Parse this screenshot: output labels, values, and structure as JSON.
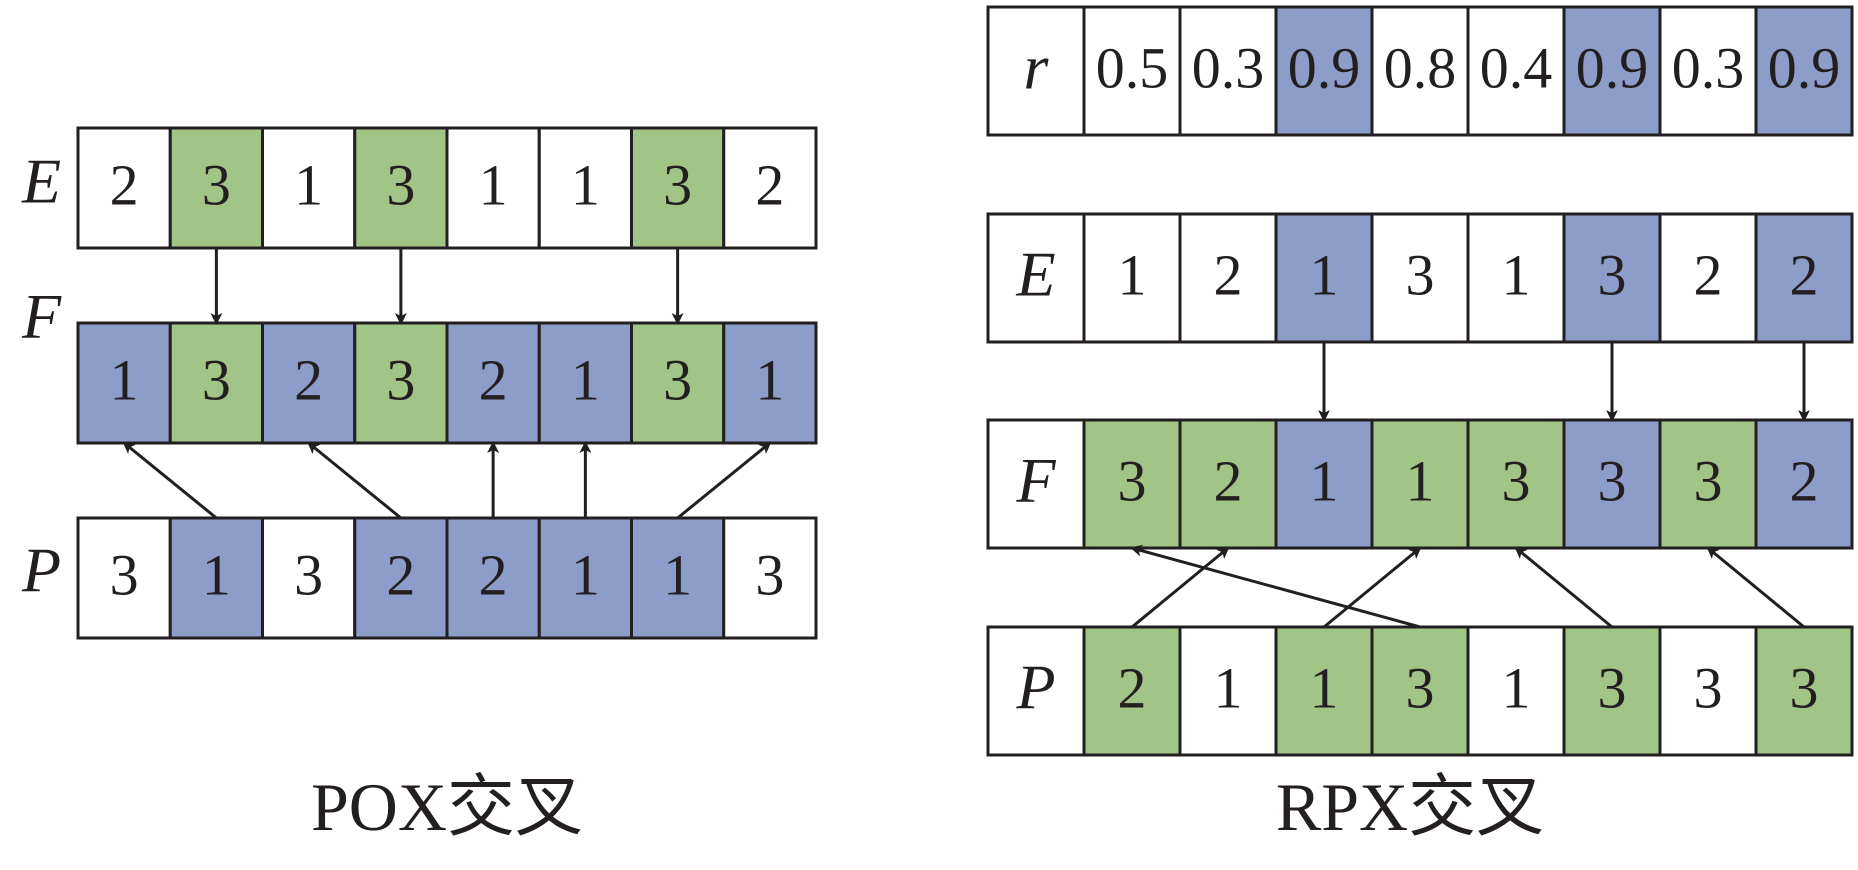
{
  "colors": {
    "white": "#ffffff",
    "green": "#a1c487",
    "blue": "#8d9dc9",
    "ink": "#231f20"
  },
  "pox": {
    "caption": "POX交叉",
    "rows": {
      "E": {
        "label": "E",
        "values": [
          "2",
          "3",
          "1",
          "3",
          "1",
          "1",
          "3",
          "2"
        ],
        "fills": [
          "white",
          "green",
          "white",
          "green",
          "white",
          "white",
          "green",
          "white"
        ]
      },
      "F": {
        "label": "F",
        "values": [
          "1",
          "3",
          "2",
          "3",
          "2",
          "1",
          "3",
          "1"
        ],
        "fills": [
          "blue",
          "green",
          "blue",
          "green",
          "blue",
          "blue",
          "green",
          "blue"
        ]
      },
      "P": {
        "label": "P",
        "values": [
          "3",
          "1",
          "3",
          "2",
          "2",
          "1",
          "1",
          "3"
        ],
        "fills": [
          "white",
          "blue",
          "white",
          "blue",
          "blue",
          "blue",
          "blue",
          "white"
        ]
      }
    },
    "arrows": [
      {
        "from": "E",
        "from_index": 1,
        "to": "F",
        "to_index": 1
      },
      {
        "from": "E",
        "from_index": 3,
        "to": "F",
        "to_index": 3
      },
      {
        "from": "E",
        "from_index": 6,
        "to": "F",
        "to_index": 6
      },
      {
        "from": "P",
        "from_index": 1,
        "to": "F",
        "to_index": 0
      },
      {
        "from": "P",
        "from_index": 3,
        "to": "F",
        "to_index": 2
      },
      {
        "from": "P",
        "from_index": 4,
        "to": "F",
        "to_index": 4
      },
      {
        "from": "P",
        "from_index": 5,
        "to": "F",
        "to_index": 5
      },
      {
        "from": "P",
        "from_index": 6,
        "to": "F",
        "to_index": 7
      }
    ]
  },
  "rpx": {
    "caption": "RPX交叉",
    "rows": {
      "r": {
        "label": "r",
        "values": [
          "0.5",
          "0.3",
          "0.9",
          "0.8",
          "0.4",
          "0.9",
          "0.3",
          "0.9"
        ],
        "fills": [
          "white",
          "white",
          "blue",
          "white",
          "white",
          "blue",
          "white",
          "blue"
        ]
      },
      "E": {
        "label": "E",
        "values": [
          "1",
          "2",
          "1",
          "3",
          "1",
          "3",
          "2",
          "2"
        ],
        "fills": [
          "white",
          "white",
          "blue",
          "white",
          "white",
          "blue",
          "white",
          "blue"
        ]
      },
      "F": {
        "label": "F",
        "values": [
          "3",
          "2",
          "1",
          "1",
          "3",
          "3",
          "3",
          "2"
        ],
        "fills": [
          "green",
          "green",
          "blue",
          "green",
          "green",
          "blue",
          "green",
          "blue"
        ]
      },
      "P": {
        "label": "P",
        "values": [
          "2",
          "1",
          "1",
          "3",
          "1",
          "3",
          "3",
          "3"
        ],
        "fills": [
          "green",
          "white",
          "green",
          "green",
          "white",
          "green",
          "white",
          "green"
        ]
      }
    },
    "arrows": [
      {
        "from": "E",
        "from_index": 2,
        "to": "F",
        "to_index": 2
      },
      {
        "from": "E",
        "from_index": 5,
        "to": "F",
        "to_index": 5
      },
      {
        "from": "E",
        "from_index": 7,
        "to": "F",
        "to_index": 7
      },
      {
        "from": "P",
        "from_index": 0,
        "to": "F",
        "to_index": 1
      },
      {
        "from": "P",
        "from_index": 2,
        "to": "F",
        "to_index": 3
      },
      {
        "from": "P",
        "from_index": 3,
        "to": "F",
        "to_index": 0
      },
      {
        "from": "P",
        "from_index": 5,
        "to": "F",
        "to_index": 4
      },
      {
        "from": "P",
        "from_index": 7,
        "to": "F",
        "to_index": 6
      }
    ]
  }
}
